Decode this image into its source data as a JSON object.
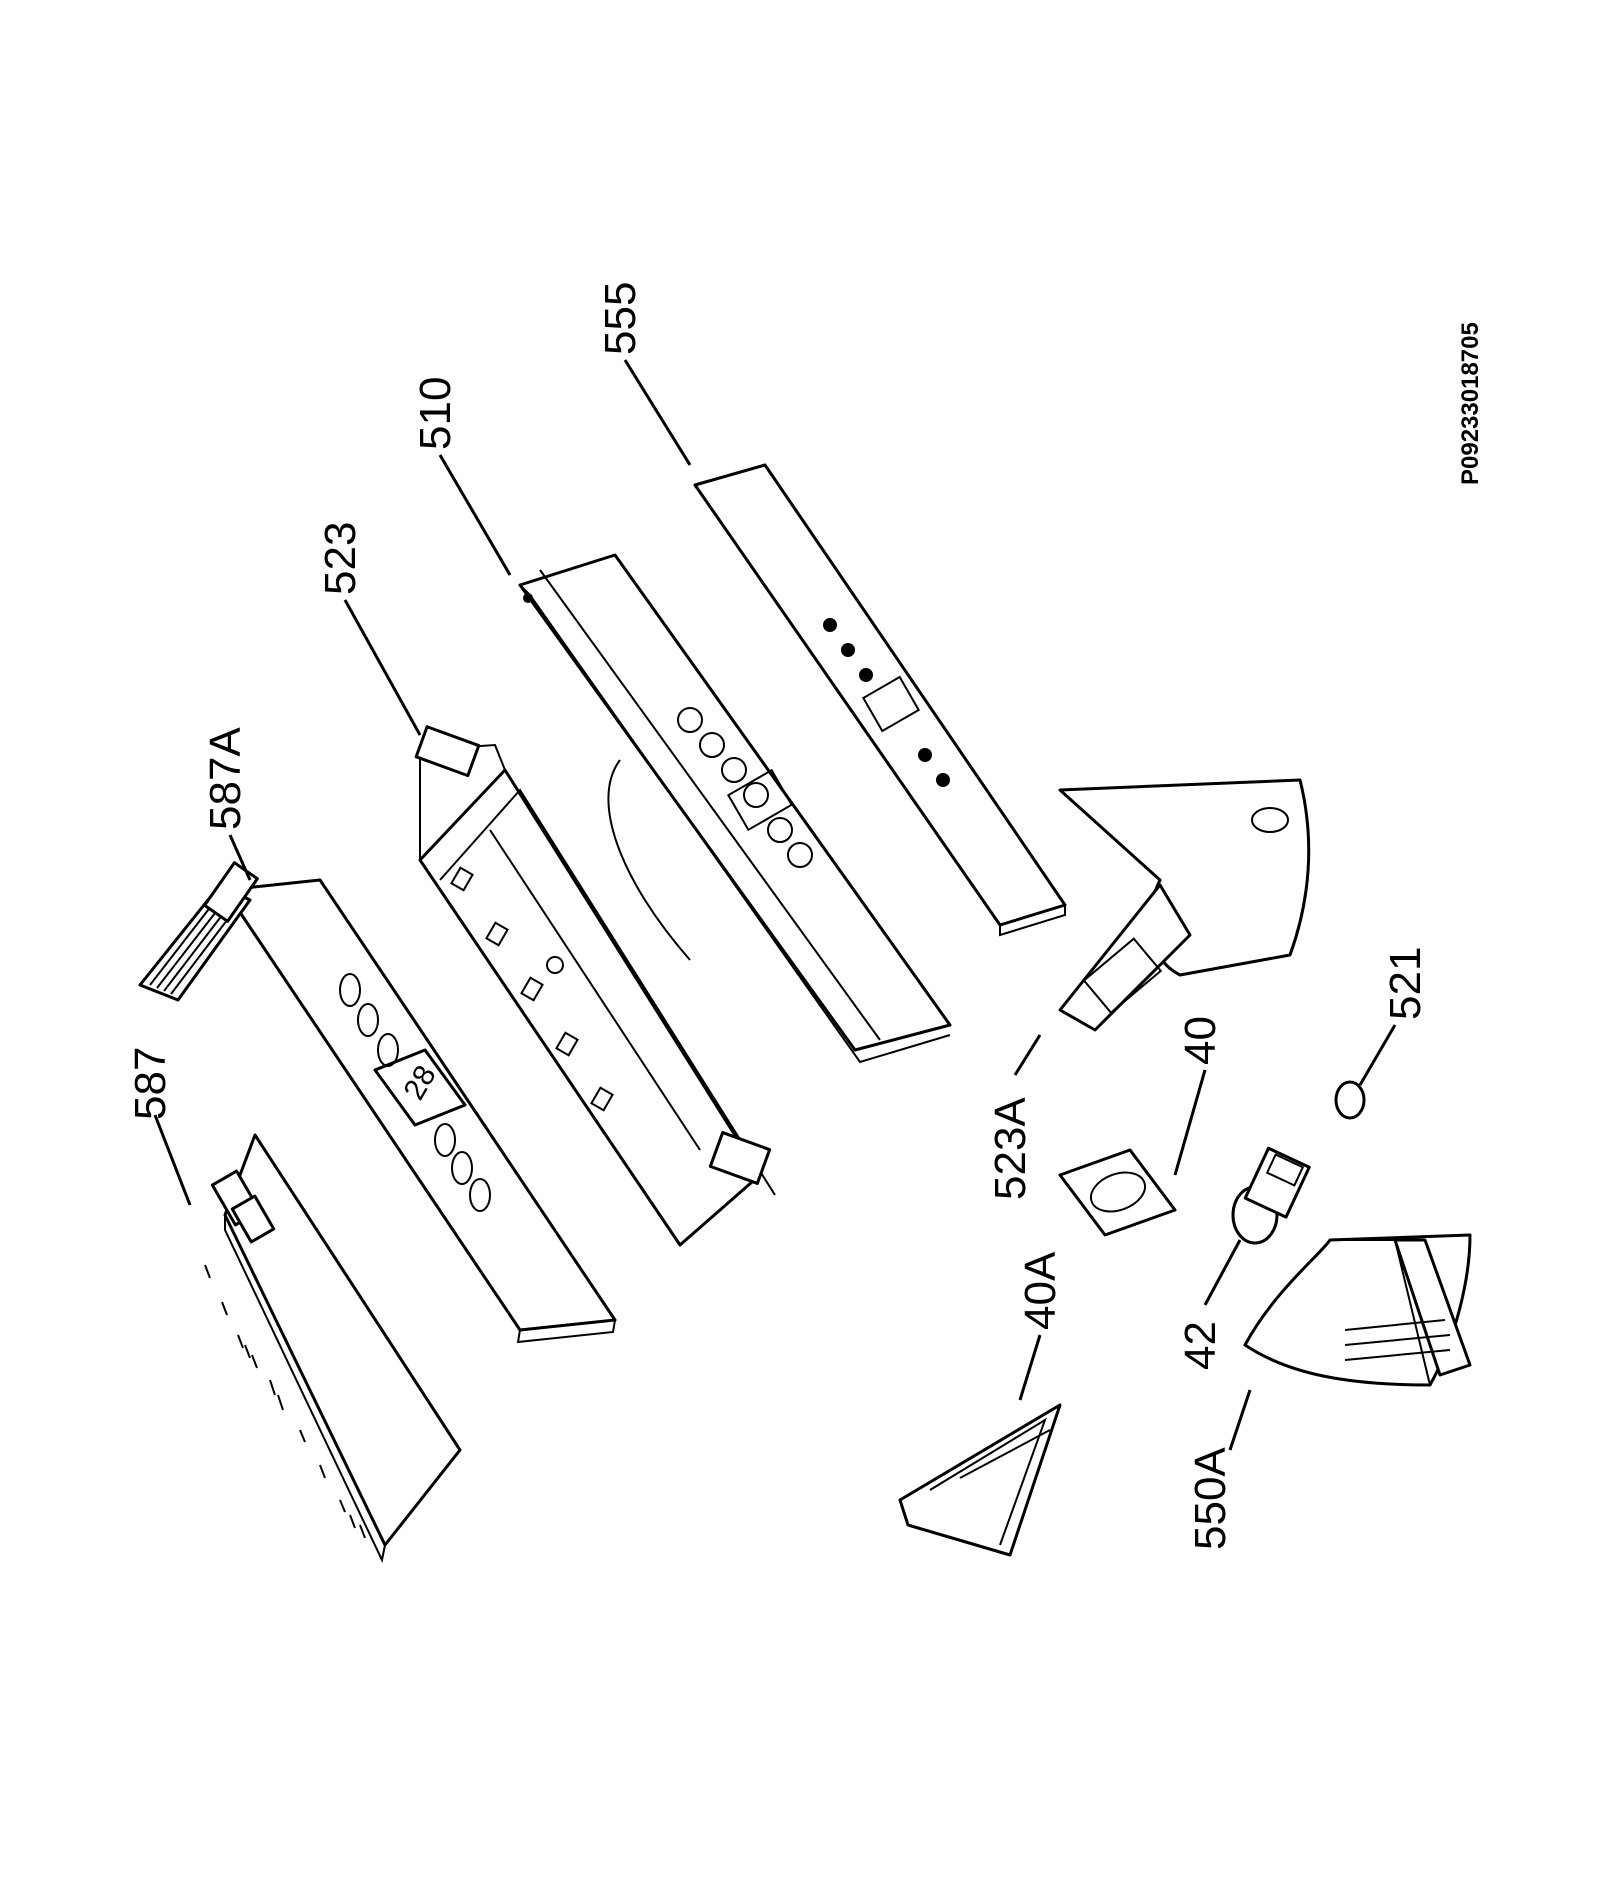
{
  "diagram": {
    "drawing_code": "P09233018705",
    "callouts": {
      "c587": "587",
      "c587A": "587A",
      "c523": "523",
      "c510": "510",
      "c555": "555",
      "c523A": "523A",
      "c40": "40",
      "c521": "521",
      "c40A": "40A",
      "c42": "42",
      "c550A": "550A"
    }
  }
}
